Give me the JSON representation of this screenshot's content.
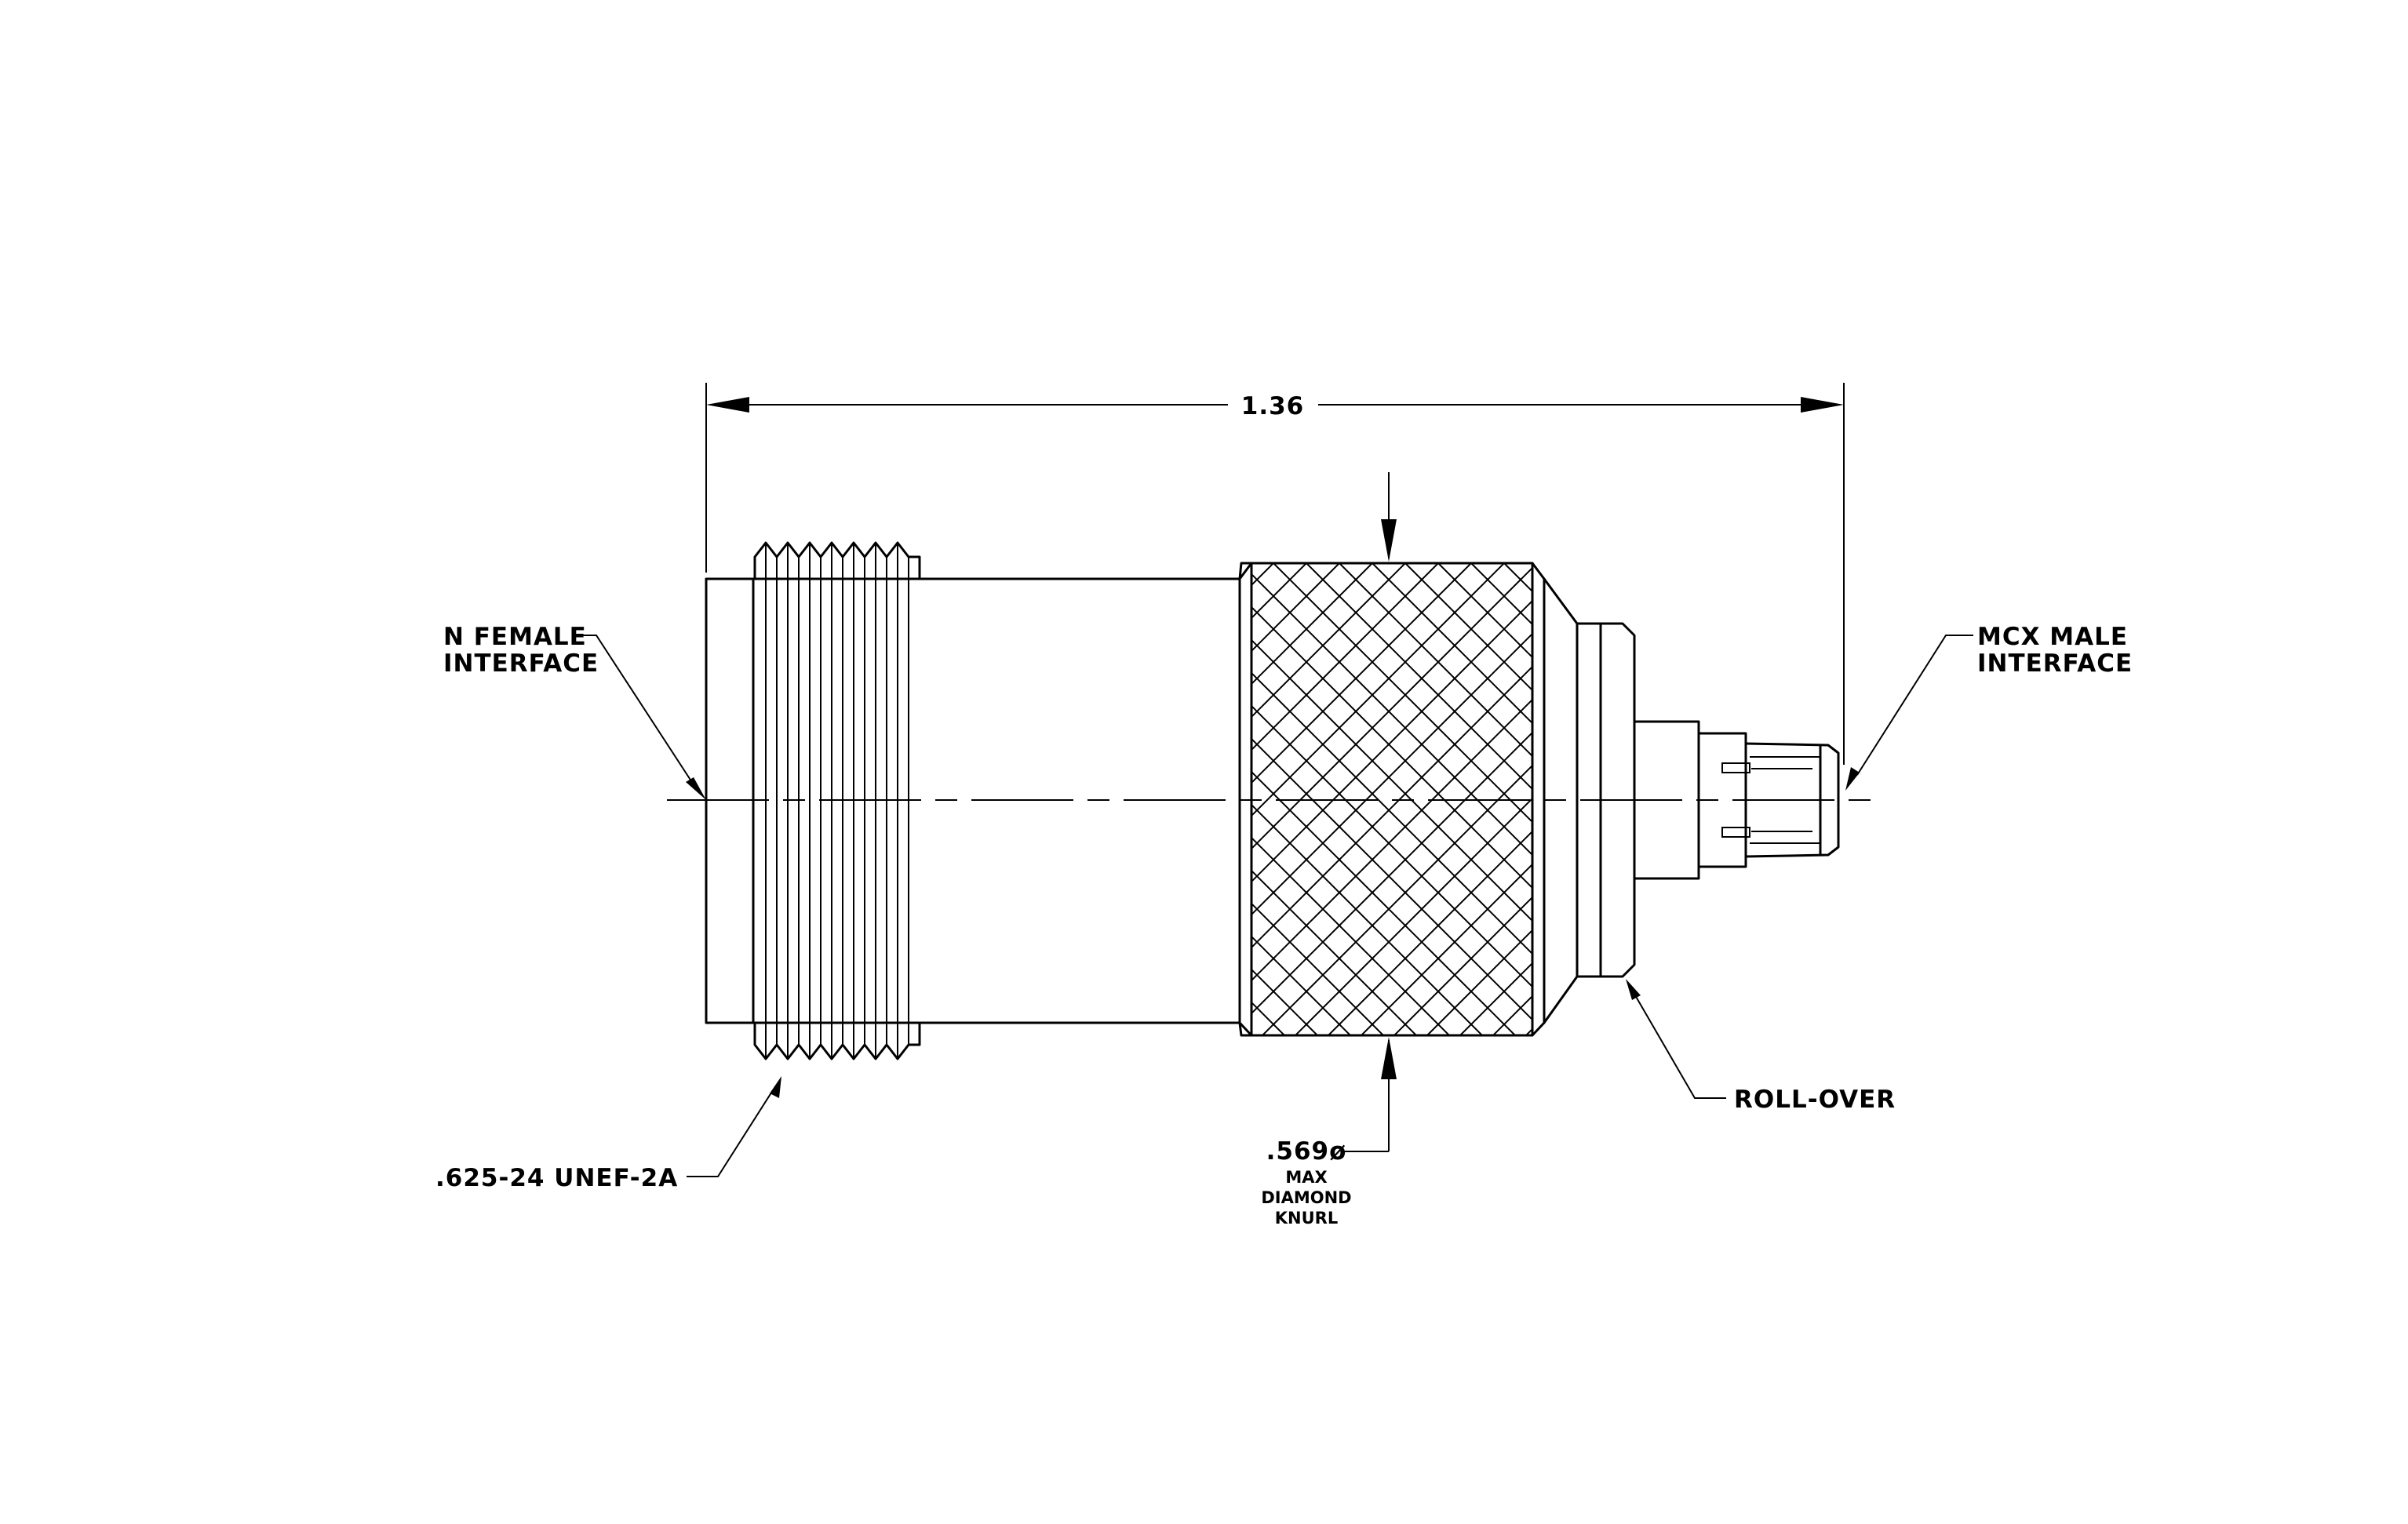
{
  "labels": {
    "overall_length": "1.36",
    "n_female_line1": "N FEMALE",
    "n_female_line2": "INTERFACE",
    "mcx_male_line1": "MCX MALE",
    "mcx_male_line2": "INTERFACE",
    "thread_spec": ".625-24 UNEF-2A",
    "knurl_dia": ".569ø",
    "knurl_max": "MAX",
    "knurl_diamond": "DIAMOND",
    "knurl_knurl": "KNURL",
    "roll_over": "ROLL-OVER"
  }
}
